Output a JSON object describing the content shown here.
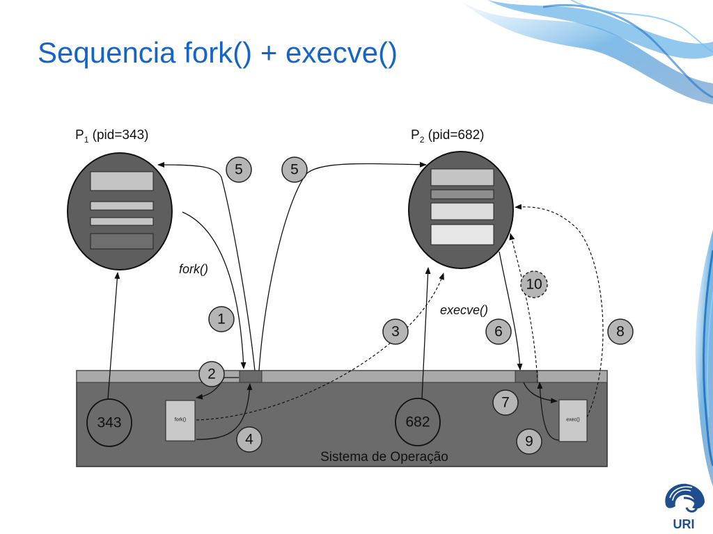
{
  "slide": {
    "title": "Sequencia fork() + execve()"
  },
  "diagram": {
    "p1_label": "P",
    "p1_sub": "1",
    "p1_pid": "(pid=343)",
    "p2_label": "P",
    "p2_sub": "2",
    "p2_pid": "(pid=682)",
    "os_label": "Sistema de Operação",
    "pid_p1": "343",
    "pid_p2": "682",
    "fork_call": "fork()",
    "execve_call": "execve()",
    "fork_box": "fork()",
    "exec_box": "exec()",
    "steps": [
      "1",
      "2",
      "3",
      "4",
      "5",
      "5",
      "6",
      "7",
      "8",
      "9",
      "10"
    ]
  },
  "logo": {
    "text": "URI"
  },
  "colors": {
    "title": "#1565c8",
    "os_box": "#6b6b6b",
    "os_bar": "#a9a9a9",
    "process": "#5e5e5e",
    "step_circle": "#b5b5b5"
  }
}
